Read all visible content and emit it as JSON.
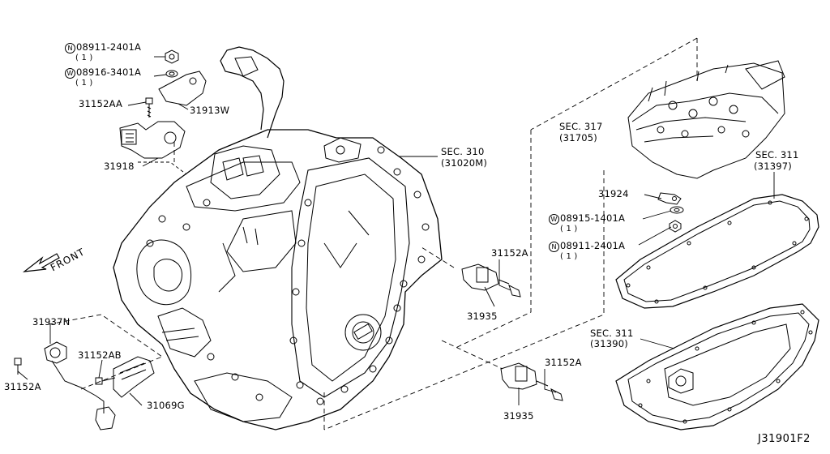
{
  "diagram_id": "J31901F2",
  "front_label": "FRONT",
  "callouts": {
    "nut_top": {
      "badge": "N",
      "part": "08911-2401A",
      "qty": "( 1 )"
    },
    "washer_top": {
      "badge": "W",
      "part": "08916-3401A",
      "qty": "( 1 )"
    },
    "bolt_top": {
      "part": "31152AA"
    },
    "bracket_top": {
      "part": "31913W"
    },
    "switch": {
      "part": "31918"
    },
    "sec310": {
      "line1": "SEC. 310",
      "line2": "(31020M)"
    },
    "sec317": {
      "line1": "SEC. 317",
      "line2": "(31705)"
    },
    "sec311_gasket": {
      "line1": "SEC. 311",
      "line2": "(31397)"
    },
    "sec311_pan": {
      "line1": "SEC. 311",
      "line2": "(31390)"
    },
    "plate": {
      "part": "31924"
    },
    "washer_right": {
      "badge": "W",
      "part": "08915-1401A",
      "qty": "( 1 )"
    },
    "nut_right": {
      "badge": "N",
      "part": "08911-2401A",
      "qty": "( 1 )"
    },
    "bolt_sensor_mid": {
      "part": "31152A"
    },
    "sensor_mid": {
      "part": "31935"
    },
    "bolt_sensor_low": {
      "part": "31152A"
    },
    "sensor_low": {
      "part": "31935"
    },
    "harness_sensor": {
      "part": "31937N"
    },
    "bolt_left": {
      "part": "31152A"
    },
    "bolt_bracket": {
      "part": "31152AB"
    },
    "bracket_low": {
      "part": "31069G"
    }
  }
}
